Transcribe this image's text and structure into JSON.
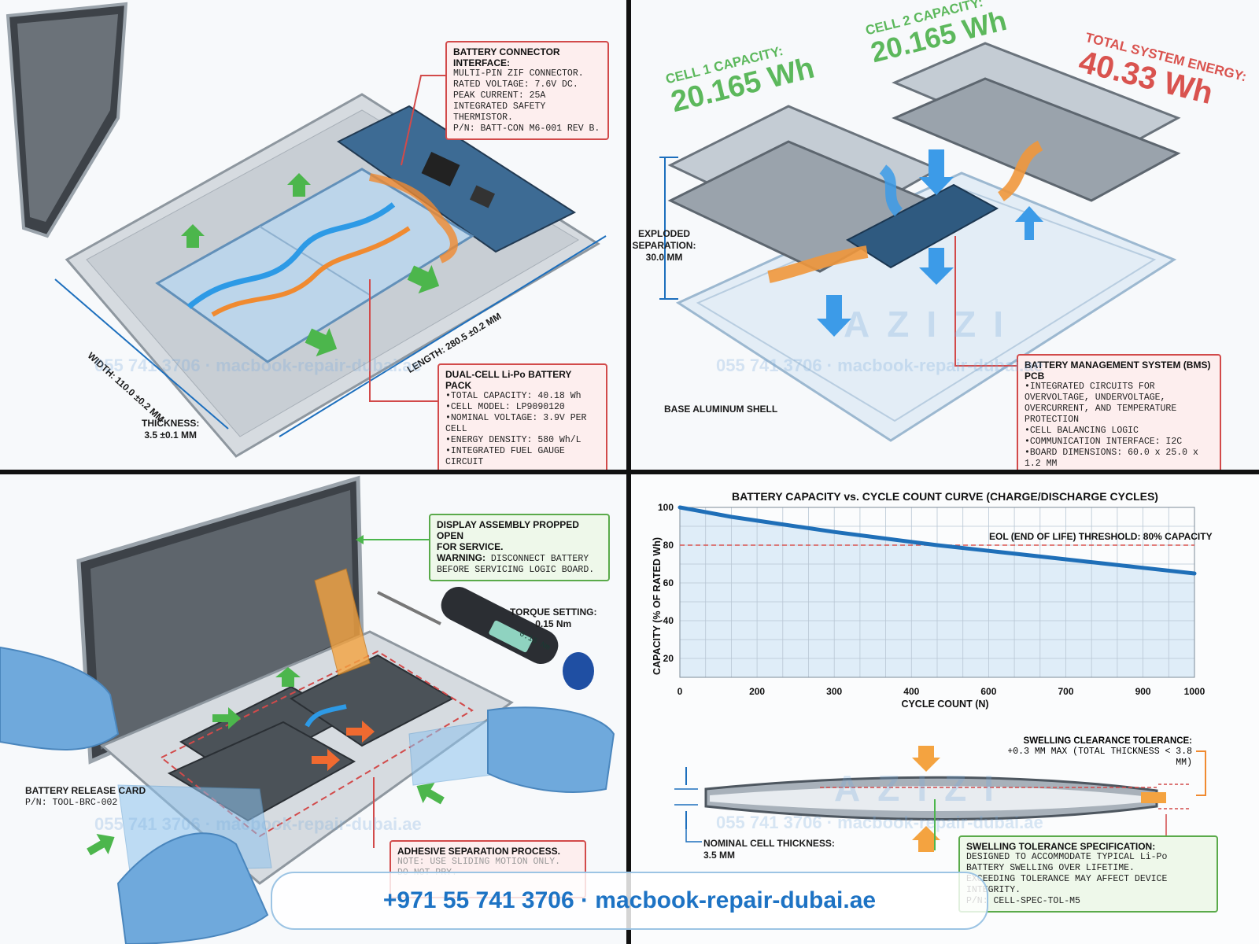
{
  "footer": {
    "text": "+971 55 741 3706 · macbook-repair-dubai.ae"
  },
  "watermarks": {
    "brand": "AZIZI",
    "contact": "055 741 3706 · macbook-repair-dubai.ae"
  },
  "q1": {
    "connector": {
      "title": "BATTERY CONNECTOR INTERFACE:",
      "lines": [
        "MULTI-PIN ZIF CONNECTOR.",
        "RATED VOLTAGE: 7.6V DC.",
        "PEAK CURRENT: 25A",
        "INTEGRATED SAFETY THERMISTOR.",
        "P/N: BATT-CON M6-001 REV B."
      ]
    },
    "pack": {
      "title": "DUAL-CELL Li-Po BATTERY PACK",
      "items": [
        "TOTAL CAPACITY: 40.18 Wh",
        "CELL MODEL: LP9090120",
        "NOMINAL VOLTAGE: 3.9V PER CELL",
        "ENERGY DENSITY: 580 Wh/L",
        "INTEGRATED FUEL GAUGE CIRCUIT"
      ]
    },
    "width": "WIDTH: 110.0 ±0.2 MM",
    "length": "LENGTH: 280.5 ±0.2 MM",
    "thickness_label": "THICKNESS:",
    "thickness_value": "3.5 ±0.1 MM"
  },
  "q2": {
    "cell1_label": "CELL 1 CAPACITY:",
    "cell1_value": "20.165 Wh",
    "cell2_label": "CELL 2 CAPACITY:",
    "cell2_value": "20.165 Wh",
    "total_label": "TOTAL SYSTEM ENERGY:",
    "total_value": "40.33 Wh",
    "exploded_label": "EXPLODED",
    "exploded_label2": "SEPARATION:",
    "exploded_value": "30.0 MM",
    "base_shell": "BASE ALUMINUM SHELL",
    "bms": {
      "title": "BATTERY MANAGEMENT SYSTEM (BMS) PCB",
      "items": [
        "INTEGRATED CIRCUITS FOR OVERVOLTAGE, UNDERVOLTAGE, OVERCURRENT, AND TEMPERATURE PROTECTION",
        "CELL BALANCING LOGIC",
        "COMMUNICATION INTERFACE: I2C",
        "BOARD DIMENSIONS: 60.0 x 25.0 x 1.2 MM"
      ]
    }
  },
  "q3": {
    "display": {
      "line1": "DISPLAY ASSEMBLY PROPPED OPEN",
      "line2": "FOR SERVICE.",
      "warn_label": "WARNING:",
      "warn_text": "DISCONNECT BATTERY",
      "line4": "BEFORE SERVICING LOGIC BOARD."
    },
    "torque_label": "TORQUE SETTING:",
    "torque_value": "0.15 Nm",
    "driver_display": "0.15 Nm",
    "release_card": "BATTERY RELEASE CARD",
    "release_pn": "P/N: TOOL-BRC-002",
    "adhesive": {
      "title": "ADHESIVE SEPARATION PROCESS.",
      "note1": "NOTE: USE SLIDING MOTION ONLY.",
      "note2": "DO NOT PRY."
    }
  },
  "chart_data": {
    "type": "line",
    "title": "BATTERY CAPACITY vs. CYCLE COUNT CURVE (CHARGE/DISCHARGE CYCLES)",
    "xlabel": "CYCLE COUNT (N)",
    "ylabel": "CAPACITY (% OF RATED Wh)",
    "x_ticks": [
      0,
      200,
      300,
      400,
      600,
      700,
      900,
      1000
    ],
    "y_ticks": [
      20,
      40,
      60,
      80,
      100
    ],
    "xlim": [
      0,
      1000
    ],
    "ylim": [
      0,
      100
    ],
    "grid": true,
    "series": [
      {
        "x": [
          0,
          100,
          200,
          300,
          400,
          500,
          600,
          700,
          800,
          900,
          1000
        ],
        "values": [
          100,
          95,
          91,
          87,
          83.5,
          80,
          77,
          74,
          71,
          68,
          65
        ]
      }
    ],
    "threshold": {
      "value": 80,
      "label": "EOL (END OF LIFE) THRESHOLD: 80% CAPACITY"
    },
    "colors": {
      "line": "#1f6fb8",
      "fill": "#d8e8f6",
      "threshold": "#d9534f",
      "grid": "#b8c6d4"
    }
  },
  "q4": {
    "swelling_clearance_title": "SWELLING CLEARANCE TOLERANCE:",
    "swelling_clearance_value": "+0.3 MM MAX (TOTAL THICKNESS < 3.8 MM)",
    "nominal_label": "NOMINAL CELL THICKNESS:",
    "nominal_value": "3.5 MM",
    "spec": {
      "title": "SWELLING TOLERANCE SPECIFICATION:",
      "lines": [
        "DESIGNED TO ACCOMMODATE TYPICAL Li-Po",
        "BATTERY SWELLING OVER LIFETIME.",
        "EXCEEDING TOLERANCE MAY AFFECT DEVICE INTEGRITY.",
        "P/N: CELL-SPEC-TOL-M5"
      ]
    }
  }
}
